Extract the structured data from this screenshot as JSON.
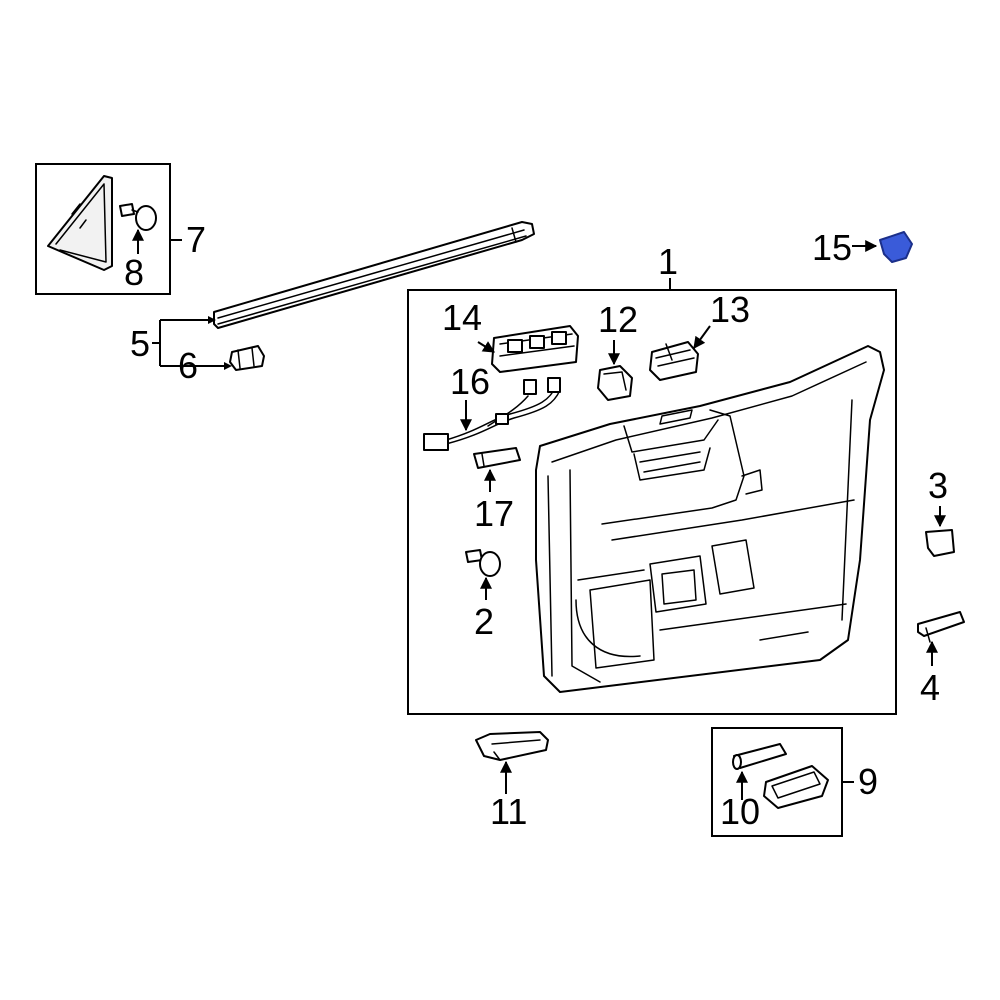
{
  "diagram": {
    "highlight_color": "#3a5bd9",
    "callouts": {
      "c1": "1",
      "c2": "2",
      "c3": "3",
      "c4": "4",
      "c5": "5",
      "c6": "6",
      "c7": "7",
      "c8": "8",
      "c9": "9",
      "c10": "10",
      "c11": "11",
      "c12": "12",
      "c13": "13",
      "c14": "14",
      "c15": "15",
      "c16": "16",
      "c17": "17"
    }
  }
}
